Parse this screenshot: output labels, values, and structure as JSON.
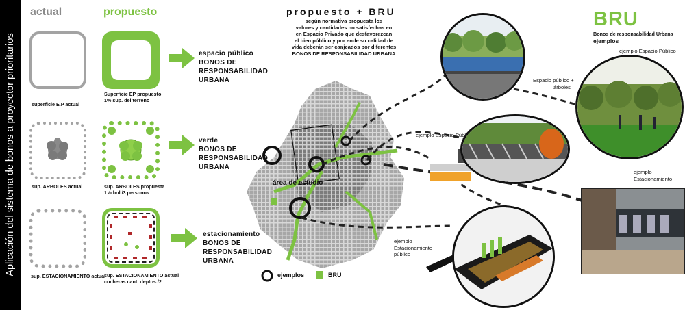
{
  "sidebar": {
    "text": "Aplicación del sistema de bonos a proyector prioritarios"
  },
  "columns": {
    "actual": "actual",
    "proposed": "propuesto"
  },
  "rows": [
    {
      "actual_caption": [
        "superficie E.P actual"
      ],
      "proposed_caption": [
        "Superficie EP propuesto",
        "1% sup. del terreno"
      ],
      "bru_label": [
        "espacio público",
        "BONOS DE",
        "RESPONSABILIDAD",
        "URBANA"
      ]
    },
    {
      "actual_caption": [
        "sup. ARBOLES actual"
      ],
      "proposed_caption": [
        "sup. ARBOLES propuesta",
        "1 árbol /3 personos"
      ],
      "bru_label": [
        "verde",
        "BONOS DE",
        "RESPONSABILIDAD",
        "URBANA"
      ]
    },
    {
      "actual_caption": [
        "sup. ESTACIONAMIENTO actual"
      ],
      "proposed_caption": [
        "sup. ESTACIONAMIENTO actual",
        "cocheras cant. deptos./2"
      ],
      "bru_label": [
        "estacionamiento",
        "BONOS DE",
        "RESPONSABILIDAD",
        "URBANA"
      ]
    }
  ],
  "center": {
    "title": "propuesto + BRU",
    "description": [
      "según normativa propuesta los",
      "valores y cantidades no satisfechas en",
      "en Espacio Privado que desfavorezcan",
      "el bien público y por ende su calidad de",
      "vida deberán ser canjeados por diferentes",
      "BONOS DE RESPONSABILIDAD URBANA"
    ],
    "map_label": "área de estudio",
    "legend": {
      "examples": "ejemplos",
      "bru": "BRU"
    }
  },
  "right": {
    "brand": "BRU",
    "subtitle": "Bonos de responsabilidad Urbana",
    "examples_title": "ejemplos",
    "labels": {
      "ep_right": "ejemplo Espacio Público",
      "ep_arboles": [
        "Espacio público +",
        "árboles"
      ],
      "ep_middle": "ejemplo Espacio Público",
      "estac_right": [
        "ejemplo",
        "Estacionamiento"
      ],
      "estac_publico": [
        "ejemplo",
        "Estacionamiento",
        "público"
      ]
    }
  },
  "colors": {
    "green": "#7dc242",
    "gray": "#9b9b9b",
    "black": "#000000"
  }
}
